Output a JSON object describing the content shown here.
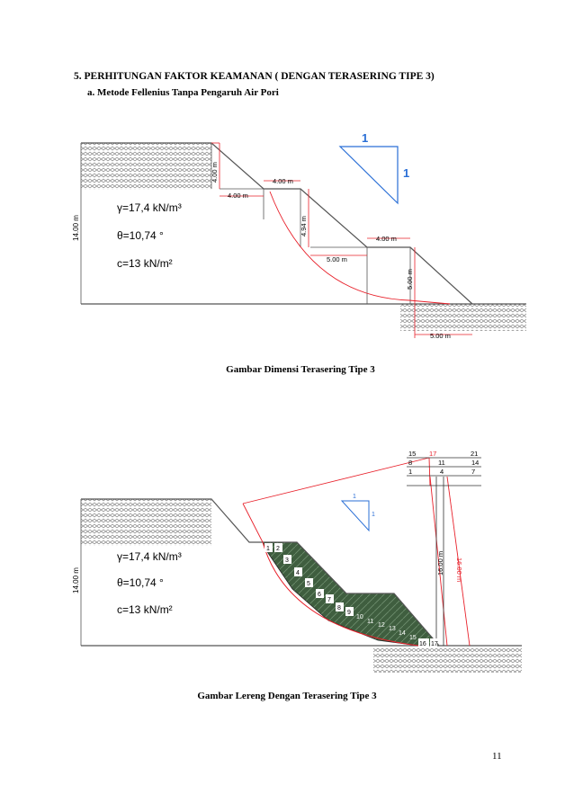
{
  "section": {
    "heading": "5. PERHITUNGAN FAKTOR KEAMANAN ( DENGAN TERASERING  TIPE 3)",
    "subheading": "a.  Metode Fellenius Tanpa Pengaruh Air Pori"
  },
  "figure1": {
    "caption": "Gambar Dimensi Terasering Tipe 3",
    "params": {
      "gamma": "γ=17,4 kN/m³",
      "theta": "θ=10,74 °",
      "c": "c=13 kN/m²"
    },
    "height_label": "14.00 m",
    "dims": {
      "d1": "4.00 m",
      "d2": "4.00 m",
      "d3": "4.00 m",
      "d4": "4.94 m",
      "d5": "5.00 m",
      "d6": "4.00 m",
      "d7": "5.00 m",
      "d8": "5.00 m"
    },
    "slope_ratio": {
      "h": "1",
      "v": "1"
    },
    "colors": {
      "dim": "#e8202a",
      "ratio": "#2a6fd6",
      "line": "#555555"
    }
  },
  "figure2": {
    "caption": "Gambar Lereng Dengan Terasering Tipe 3",
    "params": {
      "gamma": "γ=17,4 kN/m³",
      "theta": "θ=10,74 °",
      "c": "c=13 kN/m²"
    },
    "height_label": "14.00 m",
    "vert_labels": {
      "a": "16.00 m",
      "b": "16.00 m"
    },
    "slope_ratio": {
      "h": "1",
      "v": "1"
    },
    "grid_labels": {
      "n15": "15",
      "n17": "17",
      "n21": "21",
      "n8": "8",
      "n11": "11",
      "n14": "14",
      "n1": "1",
      "n4": "4",
      "n7": "7"
    },
    "slices": [
      "1",
      "2",
      "3",
      "4",
      "5",
      "6",
      "7",
      "8",
      "9",
      "10",
      "11",
      "12",
      "13",
      "14",
      "15",
      "16",
      "17"
    ],
    "colors": {
      "slice_fill": "#3f5e3f",
      "arc": "#e8202a"
    }
  },
  "page_number": "11"
}
